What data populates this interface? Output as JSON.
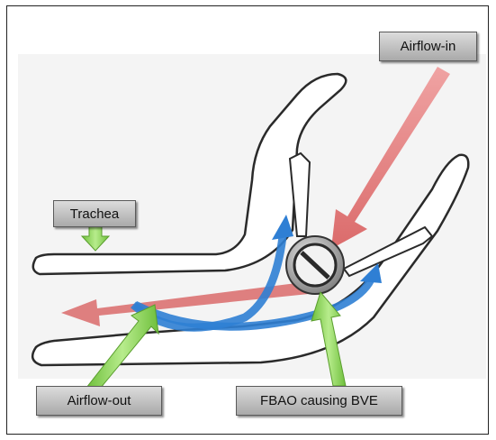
{
  "labels": {
    "airflow_in": "Airflow-in",
    "trachea": "Trachea",
    "airflow_out": "Airflow-out",
    "fbao": "FBAO causing BVE"
  },
  "colors": {
    "airflow_in_arrow": "#e87a7a",
    "airflow_out_arrow": "#d96a6a",
    "circulation_arrows": "#2f7fd4",
    "pointer_arrows": "#8fd15a",
    "airway_outline": "#2a2a2a",
    "foreign_body": "#9a9a9a",
    "label_box_fill": "#c4c4c4"
  },
  "icons": [
    "trachea-outline",
    "bronchus-outline",
    "bronchus-valve-flap",
    "no-entry-foreign-body-icon",
    "airflow-arrow",
    "pointer-arrow"
  ]
}
